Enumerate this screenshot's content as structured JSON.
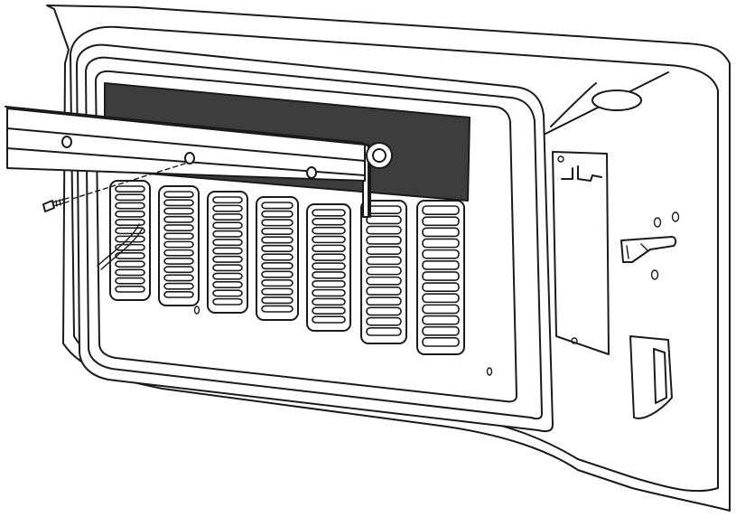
{
  "diagram": {
    "mark_text": "JL",
    "colors": {
      "line": "#1a1a1a",
      "panel_dark": "#3d3d3d",
      "fill": "#ffffff"
    },
    "icons": [
      "screw-icon",
      "bracket-bar",
      "grille-slot-column",
      "door-latch",
      "hinge-plate"
    ]
  }
}
